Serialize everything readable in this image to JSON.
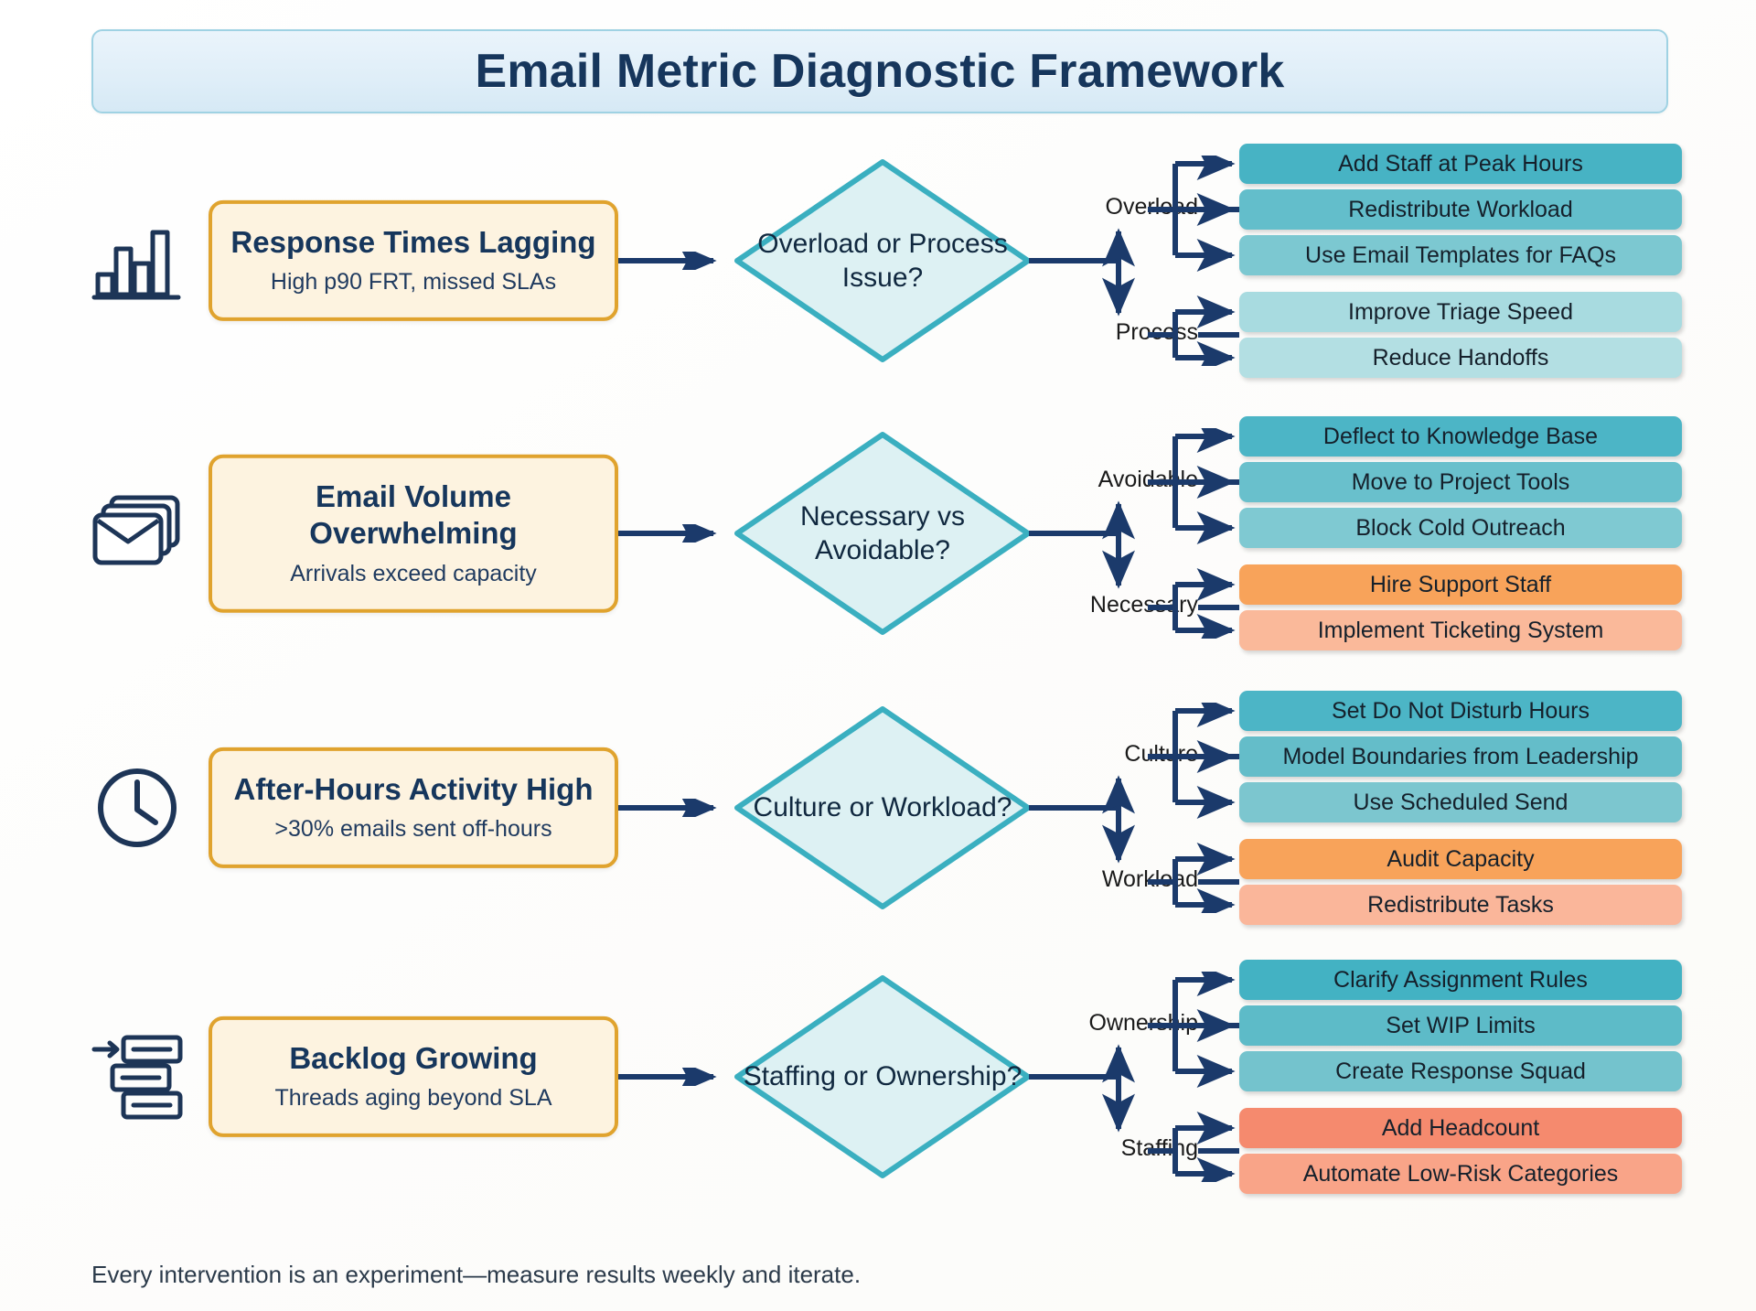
{
  "header": {
    "title": "Email Metric Diagnostic Framework"
  },
  "footer": {
    "note": "Every intervention is an experiment—measure results weekly and iterate."
  },
  "colors": {
    "title_text": "#16365c",
    "title_bg": "#e3f0f9",
    "title_border": "#9fd2e3",
    "problem_bg": "#fdf3e0",
    "problem_border": "#e0a32e",
    "diamond_fill": "#ddf1f3",
    "diamond_stroke": "#3aafc0",
    "arrow": "#1b3a6b",
    "teal_dark": "#47b3c4",
    "teal_mid": "#72c4ce",
    "teal_light": "#a8dbe0",
    "teal_lighter": "#bfe4e7",
    "orange_dark": "#f8a35a",
    "orange_light": "#fac0a0",
    "coral": "#f79478"
  },
  "rows": [
    {
      "icon": "bar-chart-icon",
      "problem_title": "Response Times Lagging",
      "problem_subtitle": "High p90 FRT, missed SLAs",
      "decision": "Overload or Process Issue?",
      "branches": [
        {
          "label": "Overload",
          "actions": [
            {
              "label": "Add Staff at Peak Hours",
              "color": "#47b3c4"
            },
            {
              "label": "Redistribute Workload",
              "color": "#63becb"
            },
            {
              "label": "Use Email Templates for FAQs",
              "color": "#7cc8d1"
            }
          ]
        },
        {
          "label": "Process",
          "actions": [
            {
              "label": "Improve Triage Speed",
              "color": "#a8dbe0"
            },
            {
              "label": "Reduce Handoffs",
              "color": "#b3dfe3"
            }
          ]
        }
      ]
    },
    {
      "icon": "stacked-envelopes-icon",
      "problem_title": "Email Volume Overwhelming",
      "problem_subtitle": "Arrivals exceed capacity",
      "decision": "Necessary vs Avoidable?",
      "branches": [
        {
          "label": "Avoidable",
          "actions": [
            {
              "label": "Deflect to Knowledge Base",
              "color": "#4cb5c6"
            },
            {
              "label": "Move to Project Tools",
              "color": "#69c0cc"
            },
            {
              "label": "Block Cold Outreach",
              "color": "#7fc9d2"
            }
          ]
        },
        {
          "label": "Necessary",
          "actions": [
            {
              "label": "Hire Support Staff",
              "color": "#f8a35a"
            },
            {
              "label": "Implement Ticketing System",
              "color": "#fab99a"
            }
          ]
        }
      ]
    },
    {
      "icon": "clock-icon",
      "problem_title": "After-Hours Activity High",
      "problem_subtitle": ">30% emails sent off-hours",
      "decision": "Culture or Workload?",
      "branches": [
        {
          "label": "Culture",
          "actions": [
            {
              "label": "Set Do Not Disturb Hours",
              "color": "#4cb5c6"
            },
            {
              "label": "Model Boundaries from Leadership",
              "color": "#64bdc9"
            },
            {
              "label": "Use Scheduled Send",
              "color": "#7cc6cf"
            }
          ]
        },
        {
          "label": "Workload",
          "actions": [
            {
              "label": "Audit Capacity",
              "color": "#f8a35a"
            },
            {
              "label": "Redistribute Tasks",
              "color": "#fab69a"
            }
          ]
        }
      ]
    },
    {
      "icon": "backlog-stack-icon",
      "problem_title": "Backlog Growing",
      "problem_subtitle": "Threads aging beyond SLA",
      "decision": "Staffing or Ownership?",
      "branches": [
        {
          "label": "Ownership",
          "actions": [
            {
              "label": "Clarify Assignment Rules",
              "color": "#43b2c3"
            },
            {
              "label": "Set WIP Limits",
              "color": "#5dbbc8"
            },
            {
              "label": "Create Response Squad",
              "color": "#74c3cd"
            }
          ]
        },
        {
          "label": "Staffing",
          "actions": [
            {
              "label": "Add Headcount",
              "color": "#f58a6e"
            },
            {
              "label": "Automate Low-Risk Categories",
              "color": "#f9a488"
            }
          ]
        }
      ]
    }
  ]
}
